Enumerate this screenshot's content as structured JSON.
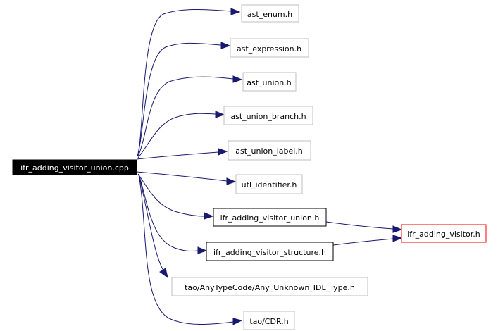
{
  "graph": {
    "root": {
      "label": "ifr_adding_visitor_union.cpp"
    },
    "nodes": [
      {
        "id": "ast_enum",
        "label": "ast_enum.h",
        "border": "#bfbfbf"
      },
      {
        "id": "ast_expression",
        "label": "ast_expression.h",
        "border": "#bfbfbf"
      },
      {
        "id": "ast_union",
        "label": "ast_union.h",
        "border": "#bfbfbf"
      },
      {
        "id": "ast_union_branch",
        "label": "ast_union_branch.h",
        "border": "#bfbfbf"
      },
      {
        "id": "ast_union_label",
        "label": "ast_union_label.h",
        "border": "#bfbfbf"
      },
      {
        "id": "utl_identifier",
        "label": "utl_identifier.h",
        "border": "#bfbfbf"
      },
      {
        "id": "ifr_adding_visitor_union_h",
        "label": "ifr_adding_visitor_union.h",
        "border": "#000000"
      },
      {
        "id": "ifr_adding_visitor_structure",
        "label": "ifr_adding_visitor_structure.h",
        "border": "#000000"
      },
      {
        "id": "any_unknown",
        "label": "tao/AnyTypeCode/Any_Unknown_IDL_Type.h",
        "border": "#bfbfbf"
      },
      {
        "id": "cdr",
        "label": "tao/CDR.h",
        "border": "#bfbfbf"
      },
      {
        "id": "ifr_adding_visitor",
        "label": "ifr_adding_visitor.h",
        "border": "#ff0000"
      }
    ],
    "colors": {
      "edge": "#191970",
      "root_fill": "#000000",
      "root_text": "#ffffff"
    }
  }
}
